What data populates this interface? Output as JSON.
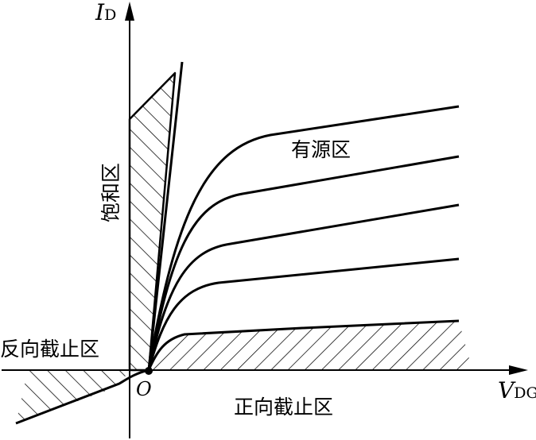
{
  "axes": {
    "y_var": "I",
    "y_sub": "D",
    "x_var": "V",
    "x_sub": "DG",
    "origin": "O"
  },
  "regions": {
    "active": "有源区",
    "saturation": "饱和区",
    "reverse_cutoff": "反向截止区",
    "forward_cutoff": "正向截止区"
  },
  "colors": {
    "ink": "#000000",
    "background": "#ffffff"
  }
}
